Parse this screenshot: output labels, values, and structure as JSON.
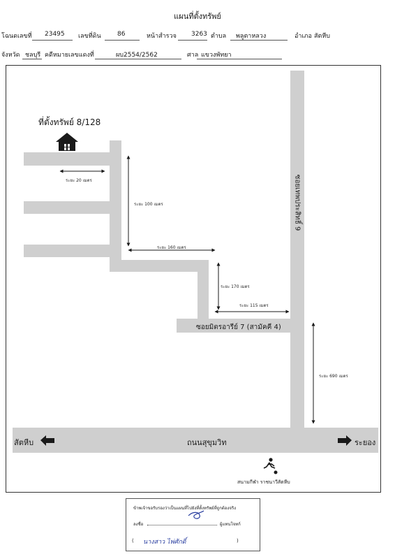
{
  "header": {
    "title": "แผนที่ตั้งทรัพย์",
    "deed_label": "โฉนดเลขที่",
    "deed_value": "23495",
    "land_no_label": "เลขที่ดิน",
    "land_no_value": "86",
    "survey_label": "หน้าสำรวจ",
    "survey_value": "3263",
    "subdistrict_label": "ตำบล",
    "subdistrict_value": "พลูตาหลวง",
    "district_label": "อำเภอ",
    "district_value": "สัตหีบ",
    "province_label": "จังหวัด",
    "province_value": "ชลบุรี",
    "case_label": "คดีหมายเลขแดงที่",
    "case_value": "ผบ2554/2562",
    "court_label": "ศาล",
    "court_value": "แขวงพัทยา"
  },
  "map": {
    "property_label": "ที่ตั้งทรัพย์ 8/128",
    "dist_20": "ระยะ 20 เมตร",
    "dist_100": "ระยะ 100 เมตร",
    "dist_160": "ระยะ 160 เมตร",
    "dist_170": "ระยะ 170 เมตร",
    "dist_115": "ระยะ 115 เมตร",
    "dist_690": "ระยะ 690 เมตร",
    "soi_name": "ซอยมิตรอารีย์ 7 (สามัคคี 4)",
    "vertical_road": "ซอยเทพประสิทธิ์ 9",
    "main_road": "ถนนสุขุมวิท",
    "left_direction": "สัตหีบ",
    "right_direction": "ระยอง",
    "landmark": "สนามกีฬา ราชนาวีสัตหีบ",
    "colors": {
      "road": "#cfcfcf",
      "ink": "#1a1a1a",
      "signature": "#2a3fa0"
    }
  },
  "certification": {
    "statement": "ข้าพเจ้าขอรับรองว่าเป็นแผนที่ไปยังที่ตั้งทรัพย์ที่ถูกต้องจริง",
    "sign_label": "ลงชื่อ",
    "claimant_label": "ผู้แทนโจทก์",
    "signer_name": "นางสาว ไพ่ศักดิ์"
  }
}
